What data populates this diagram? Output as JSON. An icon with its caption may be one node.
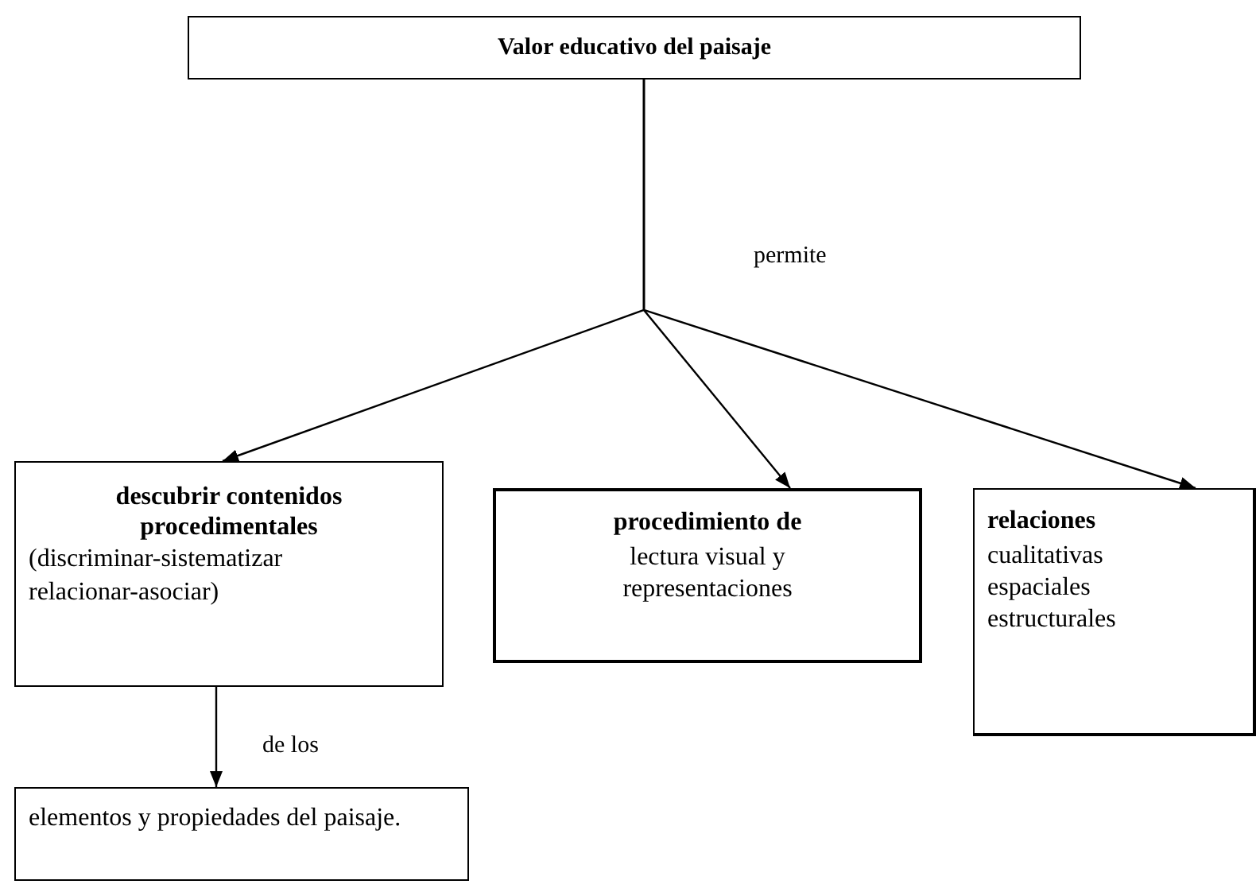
{
  "diagram": {
    "nodes": [
      {
        "text": [
          "Valor educativo del paisaje"
        ]
      },
      {
        "text": [
          "descubrir contenidos procedimentales",
          "(discriminar-sistematizar relacionar-asociar)"
        ]
      },
      {
        "text": [
          "procedimiento de",
          "lectura visual y representaciones"
        ]
      },
      {
        "text": [
          "relaciones",
          "cualitativas espaciales estructurales"
        ]
      },
      {
        "text": [
          "elementos y propiedades del paisaje."
        ]
      }
    ],
    "edges": [
      {
        "from": 0,
        "to": 1,
        "arrow": "to",
        "label": "permite"
      },
      {
        "from": 0,
        "to": 2,
        "arrow": "to"
      },
      {
        "from": 0,
        "to": 3,
        "arrow": "to"
      },
      {
        "from": 1,
        "to": 4,
        "arrow": "to",
        "label": "de los"
      }
    ]
  }
}
